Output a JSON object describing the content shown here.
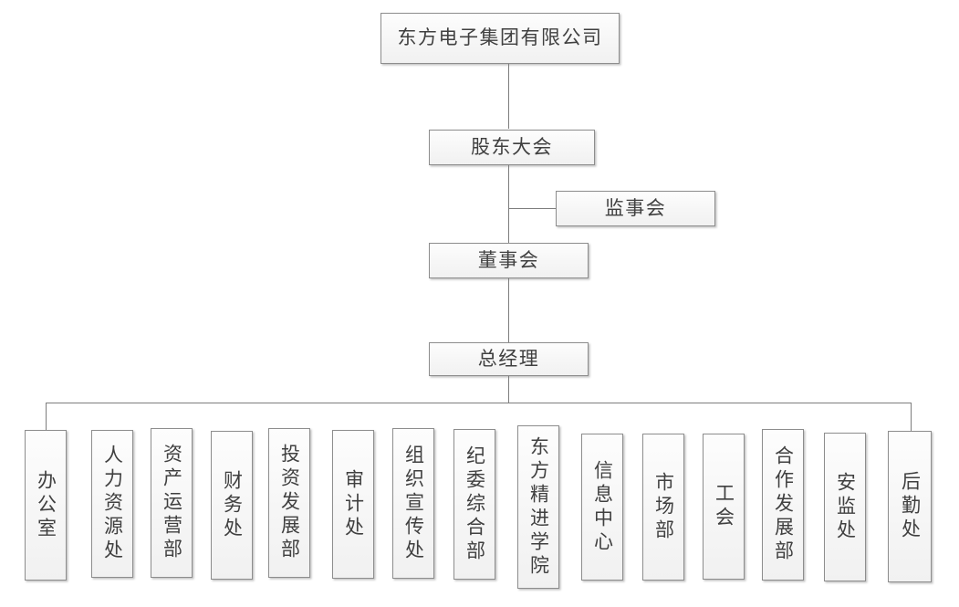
{
  "diagram": {
    "type": "organization-chart",
    "title_text": "东方电子集团有限公司",
    "colors": {
      "box_border": "#8d8d8d",
      "box_fill_top": "#fdfdfd",
      "box_fill_bottom": "#f1f1f1",
      "connector": "#7d7d7d",
      "text": "#404040",
      "background": "#ffffff"
    },
    "nodes": {
      "company": {
        "label": "东方电子集团有限公司",
        "level": 0
      },
      "shareholders_meeting": {
        "label": "股东大会",
        "level": 1
      },
      "board_of_supervisors": {
        "label": "监事会",
        "level": 2
      },
      "board_of_directors": {
        "label": "董事会",
        "level": 3
      },
      "general_manager": {
        "label": "总经理",
        "level": 4
      }
    },
    "departments": [
      {
        "label": "办公室",
        "chars": 3
      },
      {
        "label": "人力资源处",
        "chars": 5
      },
      {
        "label": "资产运营部",
        "chars": 5
      },
      {
        "label": "财务处",
        "chars": 3
      },
      {
        "label": "投资发展部",
        "chars": 5
      },
      {
        "label": "审计处",
        "chars": 3
      },
      {
        "label": "组织宣传处",
        "chars": 5
      },
      {
        "label": "纪委综合部",
        "chars": 5
      },
      {
        "label": "东方精进学院",
        "chars": 6
      },
      {
        "label": "信息中心",
        "chars": 4
      },
      {
        "label": "市场部",
        "chars": 3
      },
      {
        "label": "工会",
        "chars": 2
      },
      {
        "label": "合作发展部",
        "chars": 5
      },
      {
        "label": "安监处",
        "chars": 3
      },
      {
        "label": "后勤处",
        "chars": 3
      }
    ]
  }
}
